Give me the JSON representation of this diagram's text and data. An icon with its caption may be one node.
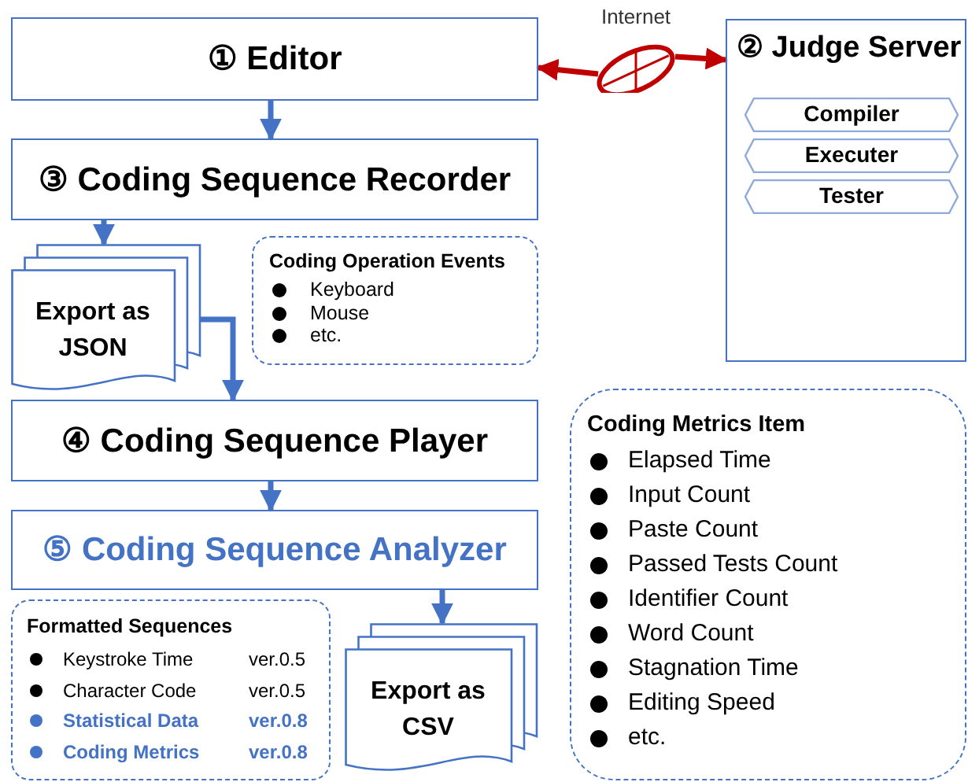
{
  "diagram": {
    "nodes": [
      {
        "text": [
          "① Editor"
        ]
      },
      {
        "text": [
          "② Judge Server"
        ]
      },
      {
        "text": [
          "Compiler"
        ],
        "in": 1
      },
      {
        "text": [
          "Executer"
        ],
        "in": 1
      },
      {
        "text": [
          "Tester"
        ],
        "in": 1
      },
      {
        "text": [
          "Internet"
        ]
      },
      {
        "text": [
          "③ Coding Sequence Recorder"
        ]
      },
      {
        "text": [
          "Export as JSON"
        ]
      },
      {
        "text": [
          "Coding Operation Events",
          "Keyboard",
          "Mouse",
          "etc."
        ]
      },
      {
        "text": [
          "④ Coding Sequence Player"
        ]
      },
      {
        "text": [
          "⑤ Coding Sequence Analyzer"
        ]
      },
      {
        "text": [
          "Formatted Sequences",
          "Keystroke Time",
          "ver.0.5",
          "Character Code",
          "ver.0.5",
          "Statistical Data",
          "ver.0.8",
          "Coding Metrics",
          "ver.0.8"
        ]
      },
      {
        "text": [
          "Export as CSV"
        ]
      },
      {
        "text": [
          "Coding Metrics Item",
          "Elapsed Time",
          "Input Count",
          "Paste Count",
          "Passed Tests Count",
          "Identifier Count",
          "Word Count",
          "Stagnation Time",
          "Editing Speed",
          "etc."
        ]
      }
    ],
    "edges": [
      {
        "from": 5,
        "to": 0,
        "arrow": "to",
        "color": "#c00000"
      },
      {
        "from": 5,
        "to": 1,
        "arrow": "to",
        "color": "#c00000"
      },
      {
        "from": 0,
        "to": 6,
        "arrow": "to"
      },
      {
        "from": 6,
        "to": 7,
        "arrow": "to"
      },
      {
        "from": 7,
        "to": 9,
        "arrow": "to"
      },
      {
        "from": 9,
        "to": 10,
        "arrow": "to"
      },
      {
        "from": 10,
        "to": 12,
        "arrow": "to"
      }
    ]
  }
}
